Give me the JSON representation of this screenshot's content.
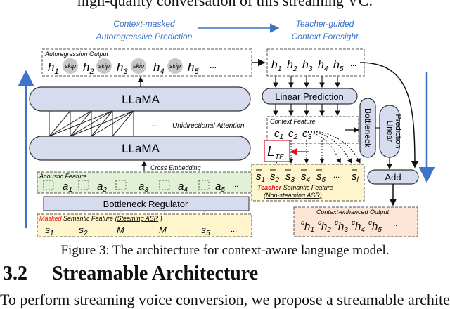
{
  "body_text_top": "high-quality conversation of this streaming VC.",
  "figure": {
    "left_title_line1": "Context-masked",
    "left_title_line2": "Autoregressive Prediction",
    "right_title_line1": "Teacher-guided",
    "right_title_line2": "Context Foresight",
    "autoregression_output_label": "Autoregression Output",
    "skip_label": "skip",
    "h_tokens": [
      "h",
      "h",
      "h",
      "h",
      "h"
    ],
    "h_subs": [
      "1",
      "2",
      "3",
      "4",
      "5"
    ],
    "ellipsis": "...",
    "llama_label": "LLaMA",
    "unidirectional_attention": "Unidirectional Attention",
    "cross_embedding": "Cross Embedding",
    "acoustic_feature_label": "Acoustic Feature",
    "a_subs": [
      "1",
      "2",
      "3",
      "4",
      "5"
    ],
    "bottleneck_regulator": "Bottleneck Regulator",
    "masked_word": "Masked",
    "semantic_feature_word": " Semantic Feature (",
    "streaming_asr": "Steaming ASR",
    "close_paren": " )",
    "s_bottom": [
      "s1",
      "s2",
      "M",
      "M",
      "s5"
    ],
    "linear_prediction": "Linear Prediction",
    "context_feature_label": "Context Feature",
    "c_subs": [
      "1",
      "2",
      "3"
    ],
    "bottleneck_vertical": "Bottleneck",
    "linear_vertical_line1": "Linear",
    "linear_vertical_line2": "Prediction",
    "loss_symbol": "L",
    "loss_sub": "TF",
    "teacher_word": "Teacher",
    "teacher_rest": " Semantic Feature",
    "teacher_paren": "(Non-steaming ASR)",
    "add_label": "Add",
    "context_enhanced_label": "Context-enhanced Output"
  },
  "caption": "Figure 3: The architecture for context-aware language model.",
  "section": {
    "number": "3.2",
    "title": "Streamable Architecture"
  },
  "body_text_bottom": "To perform streaming voice conversion, we propose a streamable architecture"
}
